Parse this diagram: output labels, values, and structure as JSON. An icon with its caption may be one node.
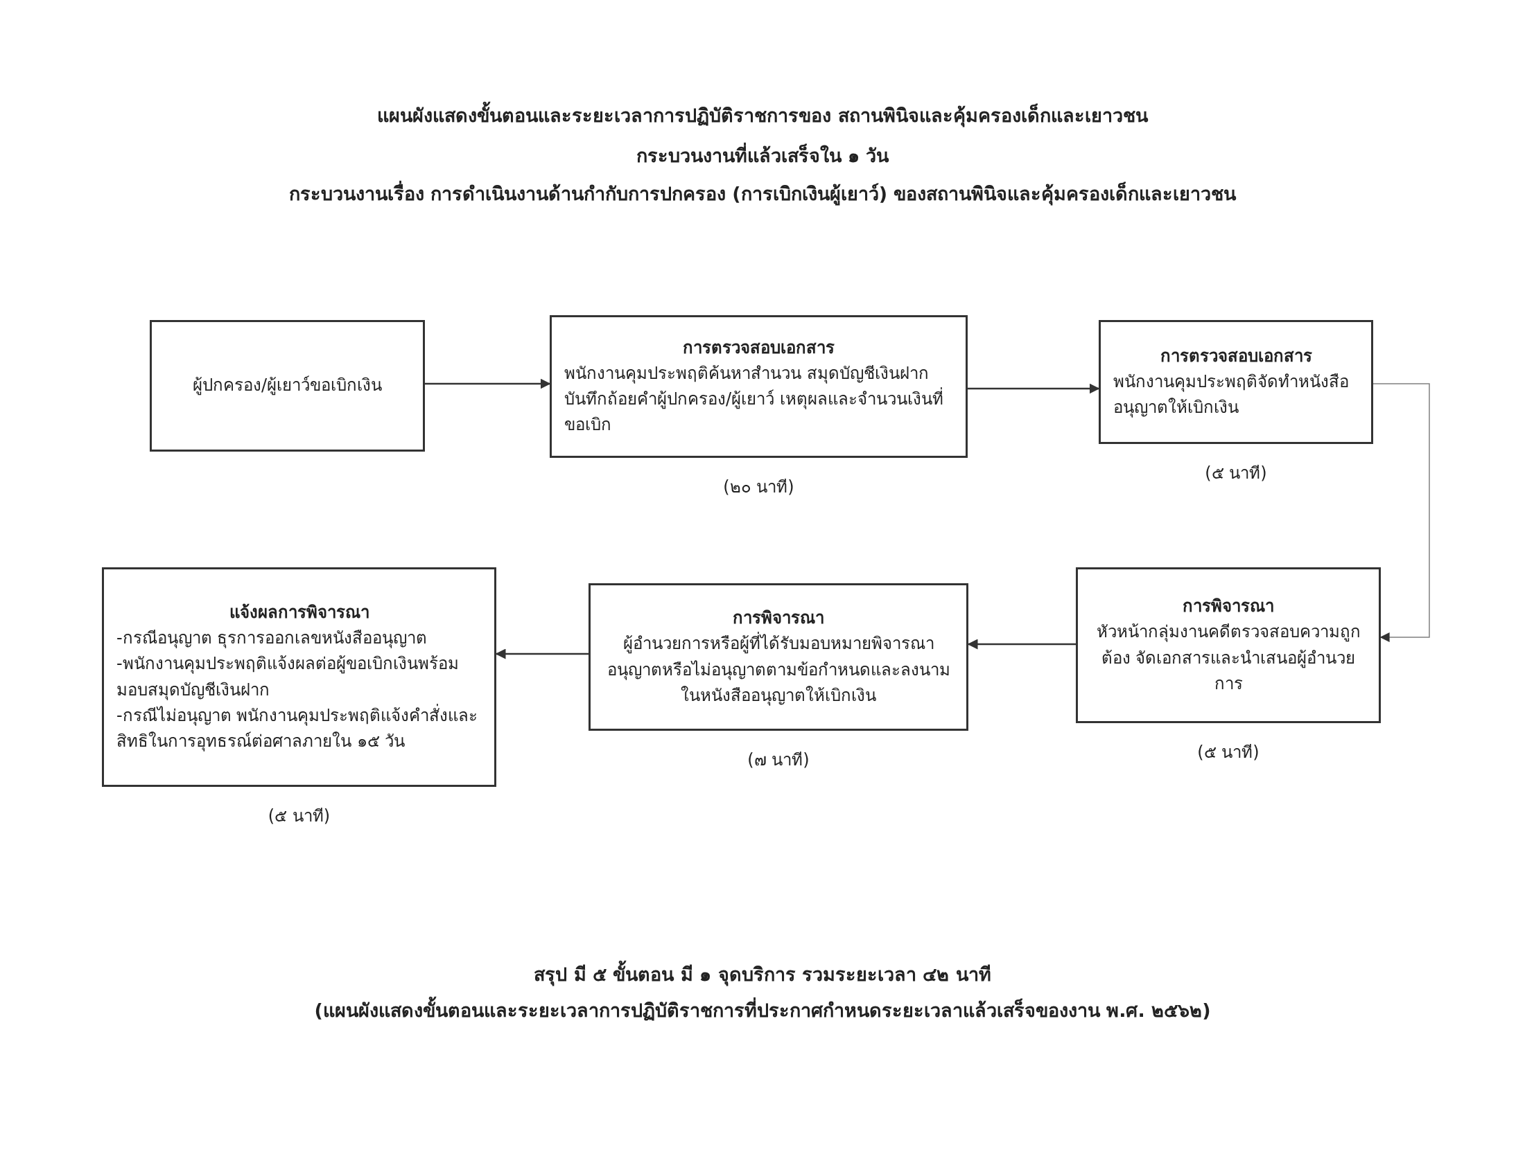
{
  "diagram": {
    "title": "แผนผังแสดงขั้นตอนและระยะเวลาการปฏิบัติราชการของ สถานพินิจและคุ้มครองเด็กและเยาวชน",
    "nodes": [
      {
        "text": [
          "ผู้ปกครอง/ผู้เยาว์ขอเบิกเงิน"
        ]
      },
      {
        "text": [
          "การตรวจสอบเอกสาร",
          "พนักงานคุมประพฤติค้นหาสำนวน สมุดบัญชีเงินฝากบันทึกถ้อยคำผู้ปกครอง/ผู้เยาว์ เหตุผลและจำนวนเงินที่ขอเบิก"
        ],
        "beside": [
          "(๒๐ นาที)"
        ]
      },
      {
        "text": [
          "การตรวจสอบเอกสาร",
          "พนักงานคุมประพฤติจัดทำหนังสืออนุญาตให้เบิกเงิน"
        ],
        "beside": [
          "(๕ นาที)"
        ]
      },
      {
        "text": [
          "การพิจารณา",
          "หัวหน้ากลุ่มงานคดีตรวจสอบความถูกต้อง จัดเอกสารและนำเสนอผู้อำนวยการ"
        ],
        "beside": [
          "(๕ นาที)"
        ]
      },
      {
        "text": [
          "การพิจารณา",
          "ผู้อำนวยการหรือผู้ที่ได้รับมอบหมายพิจารณาอนุญาตหรือไม่อนุญาตตามข้อกำหนดและลงนามในหนังสืออนุญาตให้เบิกเงิน"
        ],
        "beside": [
          "(๗ นาที)"
        ]
      },
      {
        "text": [
          "แจ้งผลการพิจารณา",
          "-กรณีอนุญาต ธุรการออกเลขหนังสืออนุญาต",
          "-พนักงานคุมประพฤติแจ้งผลต่อผู้ขอเบิกเงินพร้อมมอบสมุดบัญชีเงินฝาก",
          "-กรณีไม่อนุญาต พนักงานคุมประพฤติแจ้งคำสั่งและสิทธิในการอุทธรณ์ต่อศาลภายใน ๑๕ วัน"
        ],
        "beside": [
          "(๕ นาที)"
        ]
      }
    ],
    "edges": [
      {
        "from": 0,
        "to": 1,
        "arrow": "to"
      },
      {
        "from": 1,
        "to": 2,
        "arrow": "to"
      },
      {
        "from": 2,
        "to": 3,
        "arrow": "to",
        "color": "#808080"
      },
      {
        "from": 3,
        "to": 4,
        "arrow": "to"
      },
      {
        "from": 4,
        "to": 5,
        "arrow": "to"
      }
    ],
    "labels": [
      "กระบวนงานที่แล้วเสร็จใน ๑ วัน",
      "กระบวนงานเรื่อง การดำเนินงานด้านกำกับการปกครอง (การเบิกเงินผู้เยาว์) ของสถานพินิจและคุ้มครองเด็กและเยาวชน",
      "สรุป มี ๕ ขั้นตอน มี ๑ จุดบริการ รวมระยะเวลา ๔๒ นาที",
      "(แผนผังแสดงขั้นตอนและระยะเวลาการปฏิบัติราชการที่ประกาศกำหนดระยะเวลาแล้วเสร็จของงาน พ.ศ. ๒๕๖๒)"
    ]
  }
}
